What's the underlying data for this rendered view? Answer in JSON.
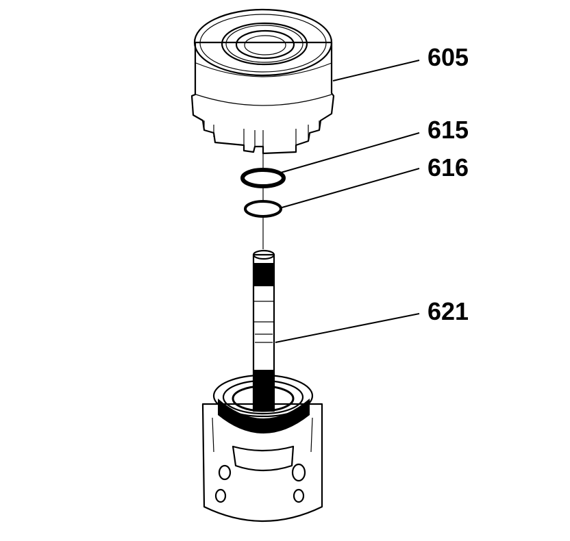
{
  "callouts": {
    "housing": "605",
    "ring_upper": "615",
    "ring_lower": "616",
    "shaft": "621"
  },
  "colors": {
    "line": "#000000",
    "background": "#ffffff"
  }
}
